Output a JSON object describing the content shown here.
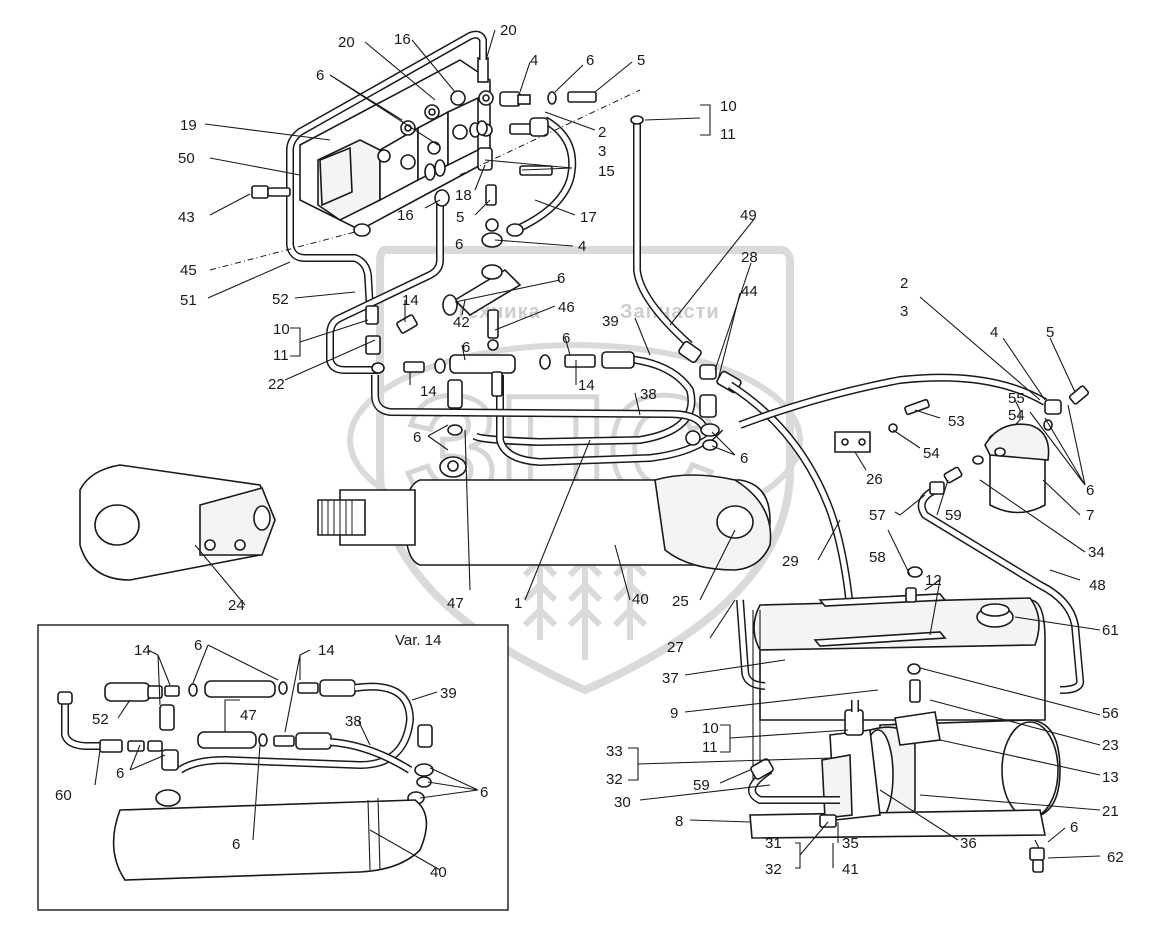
{
  "inset_title": "Var. 14",
  "watermark": {
    "brand_left": "Техника",
    "brand_right": "Запчасти",
    "big_letters": "ЗПС"
  },
  "labels": {
    "l20a": "20",
    "l16a": "16",
    "l20b": "20",
    "l4a": "4",
    "l6a": "6",
    "l5a": "5",
    "l6b": "6",
    "l19": "19",
    "l2a": "2",
    "l3a": "3",
    "l50": "50",
    "l15": "15",
    "l10a": "10",
    "l11a": "11",
    "l18": "18",
    "l43": "43",
    "l16b": "16",
    "l5b": "5",
    "l17": "17",
    "l6c": "6",
    "l4b": "4",
    "l45": "45",
    "l49": "49",
    "l51": "51",
    "l28": "28",
    "l6d": "6",
    "l52a": "52",
    "l14a": "14",
    "l44": "44",
    "l2b": "2",
    "l3b": "3",
    "l42": "42",
    "l46": "46",
    "l10b": "10",
    "l39a": "39",
    "l4c": "4",
    "l5c": "5",
    "l11b": "11",
    "l6e": "6",
    "l6f": "6",
    "l55": "55",
    "l54a": "54",
    "l22": "22",
    "l14b": "14",
    "l14c": "14",
    "l38a": "38",
    "l53": "53",
    "l54b": "54",
    "l6g": "6",
    "l6h": "6",
    "l26": "26",
    "l6i": "6",
    "l59a": "59",
    "l7": "7",
    "l57": "57",
    "l34": "34",
    "l24": "24",
    "l29": "29",
    "l58": "58",
    "l48": "48",
    "l47a": "47",
    "l1": "1",
    "l40a": "40",
    "l25": "25",
    "l12": "12",
    "l27": "27",
    "l61": "61",
    "l37": "37",
    "l9": "9",
    "l56": "56",
    "l10c": "10",
    "l11c": "11",
    "l23": "23",
    "l33": "33",
    "l32a": "32",
    "l13": "13",
    "l59b": "59",
    "l30": "30",
    "l21": "21",
    "l8": "8",
    "l6j": "6",
    "l31": "31",
    "l35": "35",
    "l36": "36",
    "l32b": "32",
    "l41": "41",
    "l62": "62",
    "i14a": "14",
    "i6a": "6",
    "i14b": "14",
    "i52": "52",
    "i47": "47",
    "i39": "39",
    "i38": "38",
    "i60": "60",
    "i6b": "6",
    "i6c": "6",
    "i6d": "6",
    "i40": "40"
  }
}
